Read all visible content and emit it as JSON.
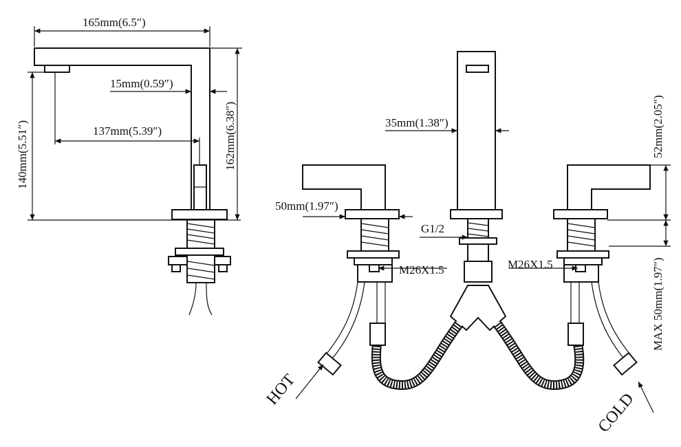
{
  "title": "Faucet dimension drawing",
  "dimensions": {
    "overall_reach": "165mm(6.5″)",
    "spout_thickness": "15mm(0.59″)",
    "spout_reach": "137mm(5.39″)",
    "spout_height": "140mm(5.51″)",
    "overall_height": "162mm(6.38″)",
    "spout_width": "35mm(1.38″)",
    "handle_height": "52mm(2.05″)",
    "handle_base": "50mm(1.97″)",
    "connection": "G1/2",
    "thread_left": "M26X1.5",
    "thread_right": "M26X1.5",
    "max_deck": "MAX 50mm(1.97″)"
  },
  "labels": {
    "hot": "HOT",
    "cold": "COLD"
  },
  "colors": {
    "line": "#111111",
    "background": "#ffffff"
  }
}
